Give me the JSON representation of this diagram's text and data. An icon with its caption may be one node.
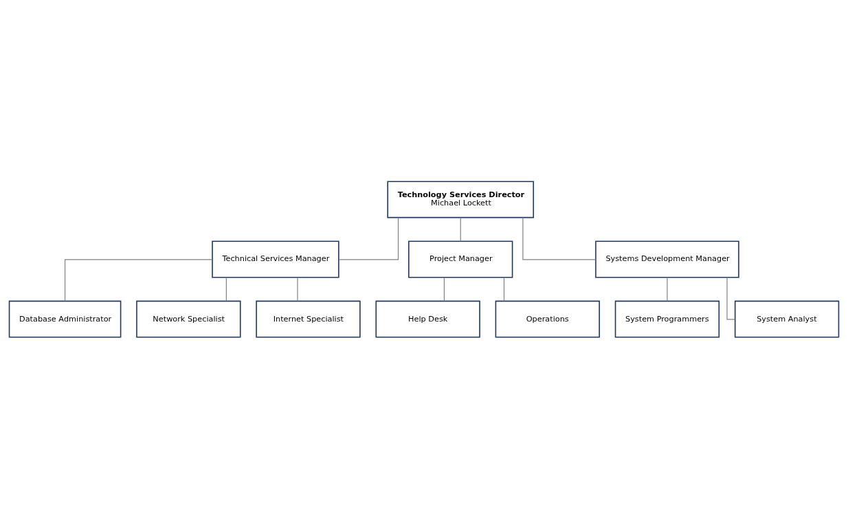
{
  "diagram": {
    "nodes": [
      {
        "text": [
          "Technology Services Director",
          "Michael Lockett"
        ]
      },
      {
        "text": [
          "Technical Services Manager"
        ]
      },
      {
        "text": [
          "Project Manager"
        ]
      },
      {
        "text": [
          "Systems Development Manager"
        ]
      },
      {
        "text": [
          "Database Administrator"
        ]
      },
      {
        "text": [
          "Network Specialist"
        ]
      },
      {
        "text": [
          "Internet Specialist"
        ]
      },
      {
        "text": [
          "Help Desk"
        ]
      },
      {
        "text": [
          "Operations"
        ]
      },
      {
        "text": [
          "System Programmers"
        ]
      },
      {
        "text": [
          "System Analyst"
        ]
      }
    ],
    "edges": [
      {
        "from": 0,
        "to": 1,
        "arrow": "none"
      },
      {
        "from": 0,
        "to": 2,
        "arrow": "none"
      },
      {
        "from": 0,
        "to": 3,
        "arrow": "none"
      },
      {
        "from": 1,
        "to": 4,
        "arrow": "none"
      },
      {
        "from": 1,
        "to": 5,
        "arrow": "none"
      },
      {
        "from": 1,
        "to": 6,
        "arrow": "none"
      },
      {
        "from": 2,
        "to": 7,
        "arrow": "none"
      },
      {
        "from": 2,
        "to": 8,
        "arrow": "none"
      },
      {
        "from": 3,
        "to": 9,
        "arrow": "none"
      },
      {
        "from": 3,
        "to": 10,
        "arrow": "none"
      }
    ]
  }
}
